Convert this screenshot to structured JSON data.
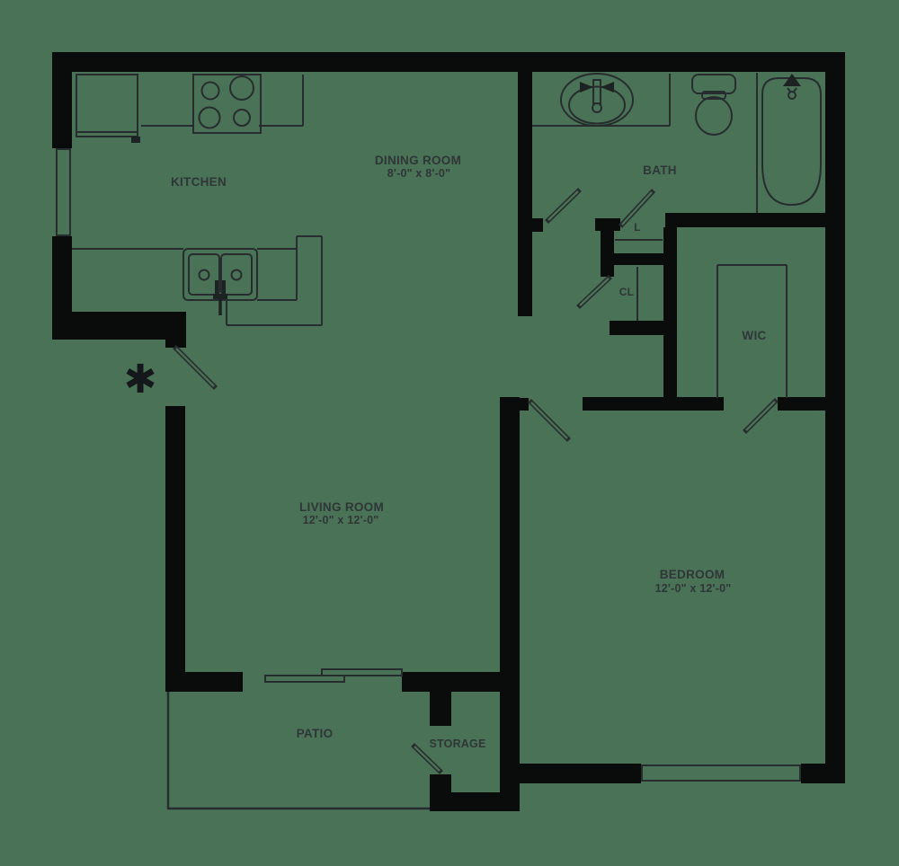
{
  "plan": {
    "type": "apartment-floor-plan",
    "rooms": {
      "kitchen": {
        "label": "KITCHEN"
      },
      "dining": {
        "label": "DINING ROOM",
        "dims": "8'-0\" x 8'-0\""
      },
      "bath": {
        "label": "BATH"
      },
      "linen": {
        "label": "L"
      },
      "closet": {
        "label": "CL"
      },
      "wic": {
        "label": "WIC"
      },
      "living": {
        "label": "LIVING ROOM",
        "dims": "12'-0\" x 12'-0\""
      },
      "bedroom": {
        "label": "BEDROOM",
        "dims": "12'-0\" x 12'-0\""
      },
      "patio": {
        "label": "PATIO"
      },
      "storage": {
        "label": "STORAGE"
      }
    },
    "entry_marker": "✱",
    "fixtures": [
      "refrigerator",
      "stove-4-burner",
      "kitchen-double-sink",
      "bathroom-vanity-sink",
      "toilet",
      "bathtub",
      "shower-head",
      "wic-rod-outline",
      "linen-shelf",
      "closet-rod"
    ],
    "colors": {
      "background": "#4a7256",
      "walls": "#0a0c0c",
      "lines": "#272d2e",
      "text": "#2f3638"
    }
  }
}
